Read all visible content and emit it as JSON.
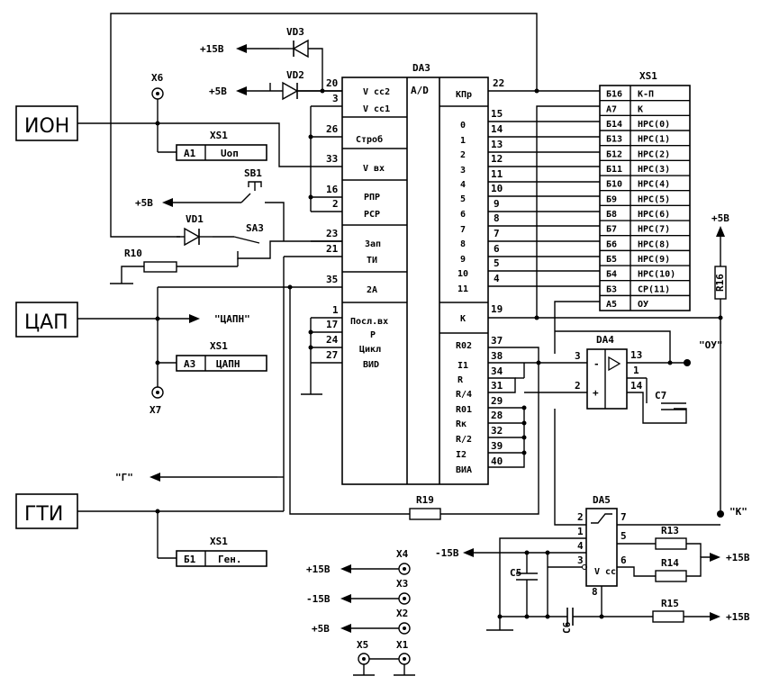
{
  "blocks": {
    "ion": "ИОН",
    "cap": "ЦАП",
    "gti": "ГТИ"
  },
  "da3": {
    "name": "DA3",
    "center": "A/D",
    "left_labels": [
      "V cc2",
      "V cc1",
      "Строб",
      "V вх",
      "РПР",
      "РСР",
      "Зап",
      "ТИ",
      "2А",
      "Посл.вх",
      "Р",
      "Цикл",
      "ВИD"
    ],
    "left_pins": [
      "20",
      "3",
      "26",
      "33",
      "16",
      "2",
      "23",
      "21",
      "35",
      "1",
      "17",
      "24",
      "27"
    ],
    "right_labels": [
      "КПр",
      "0",
      "1",
      "2",
      "3",
      "4",
      "5",
      "6",
      "7",
      "8",
      "9",
      "10",
      "11",
      "К",
      "R02",
      "I1",
      "R",
      "R/4",
      "R01",
      "Rк",
      "R/2",
      "I2",
      "ВИА"
    ],
    "right_pins": [
      "22",
      "15",
      "14",
      "13",
      "12",
      "11",
      "10",
      "9",
      "8",
      "7",
      "6",
      "5",
      "4",
      "19",
      "37",
      "38",
      "34",
      "31",
      "29",
      "28",
      "32",
      "39",
      "40"
    ]
  },
  "xs1_main": {
    "name": "XS1",
    "pins": [
      "Б16",
      "А7",
      "Б14",
      "Б13",
      "Б12",
      "Б11",
      "Б10",
      "Б9",
      "Б8",
      "Б7",
      "Б6",
      "Б5",
      "Б4",
      "Б3",
      "А5"
    ],
    "signals": [
      "К-П",
      "К",
      "НРС(0)",
      "НРС(1)",
      "НРС(2)",
      "НРС(3)",
      "НРС(4)",
      "НРС(5)",
      "НРС(6)",
      "НРС(7)",
      "НРС(8)",
      "НРС(9)",
      "НРС(10)",
      "СР(11)",
      "ОУ"
    ]
  },
  "xs1_small": [
    {
      "name": "XS1",
      "pin": "А1",
      "signal": "Uоп"
    },
    {
      "name": "XS1",
      "pin": "А3",
      "signal": "ЦАПН"
    },
    {
      "name": "XS1",
      "pin": "Б1",
      "signal": "Ген."
    }
  ],
  "components": {
    "vd1": "VD1",
    "vd2": "VD2",
    "vd3": "VD3",
    "sb1": "SB1",
    "sa3": "SA3",
    "r10": "R10",
    "r13": "R13",
    "r14": "R14",
    "r15": "R15",
    "r16": "R16",
    "r19": "R19",
    "c5": "C5",
    "c6": "C6",
    "c7": "C7",
    "da4": "DA4",
    "da5": "DA5",
    "x1": "X1",
    "x2": "X2",
    "x3": "X3",
    "x4": "X4",
    "x5": "X5",
    "x6": "X6",
    "x7": "X7"
  },
  "da4_pins": {
    "minus_sym": "-",
    "plus_sym": "+",
    "p3": "3",
    "p2": "2",
    "p13": "13",
    "p1": "1",
    "p14": "14"
  },
  "da5_pins": {
    "p2": "2",
    "p7": "7",
    "p1": "1",
    "p4": "4",
    "p3": "3",
    "p5": "5",
    "p6": "6",
    "p8": "8",
    "vcc": "V cc"
  },
  "supplies": {
    "p15": "+15В",
    "p5": "+5В",
    "m15": "-15В"
  },
  "signals": {
    "capn": "\"ЦАПН\"",
    "g": "\"Г\"",
    "ou": "\"ОУ\"",
    "k": "\"К\""
  }
}
